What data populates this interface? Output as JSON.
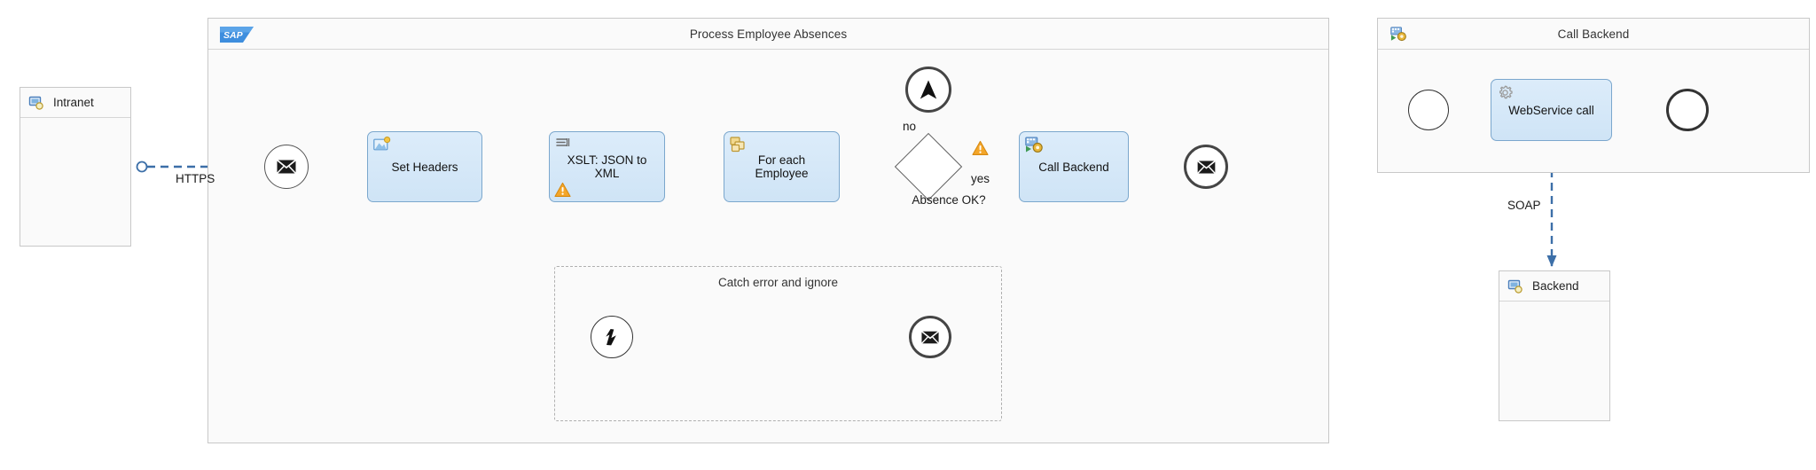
{
  "diagram": {
    "type": "bpmn-integration-flow",
    "vendor_logo": "sap-logo"
  },
  "participants": [
    {
      "id": "intranet",
      "label": "Intranet",
      "icon": "system-monitor-icon"
    },
    {
      "id": "backend",
      "label": "Backend",
      "icon": "system-monitor-icon"
    }
  ],
  "pools": [
    {
      "id": "process-employee-absences",
      "title": "Process Employee Absences",
      "icon": "sap-logo"
    },
    {
      "id": "call-backend-pool",
      "title": "Call Backend",
      "icon": "integration-process-icon"
    }
  ],
  "main_flow": {
    "start_event": {
      "name": "message-start-event",
      "icon": "envelope-icon"
    },
    "tasks": [
      {
        "id": "set-headers",
        "label": "Set Headers",
        "icon": "content-modifier-icon",
        "warning": false
      },
      {
        "id": "xslt-json-to-xml",
        "label": "XSLT: JSON to\nXML",
        "icon": "xslt-mapping-icon",
        "warning": true,
        "warning_icon": "warning-triangle-icon"
      },
      {
        "id": "for-each-employee",
        "label": "For each\nEmployee",
        "icon": "splitter-icon",
        "warning": false
      },
      {
        "id": "call-backend-task",
        "label": "Call Backend",
        "icon": "process-call-icon",
        "warning": false
      }
    ],
    "gateway": {
      "id": "absence-ok-gateway",
      "label": "Absence OK?",
      "type": "exclusive"
    },
    "gateway_branches": [
      {
        "id": "branch-no",
        "label": "no"
      },
      {
        "id": "branch-yes",
        "label": "yes"
      }
    ],
    "terminate_event": {
      "name": "terminate-end-event",
      "icon": "terminate-arrow-icon"
    },
    "end_event": {
      "name": "message-end-event",
      "icon": "envelope-icon"
    },
    "gateway_warning": {
      "name": "gateway-warning-icon",
      "icon": "warning-triangle-icon"
    }
  },
  "subprocess": {
    "id": "catch-error-and-ignore",
    "title": "Catch error and ignore",
    "start_event": {
      "name": "error-start-event",
      "icon": "lightning-bolt-icon"
    },
    "end_event": {
      "name": "message-end-event",
      "icon": "envelope-icon"
    }
  },
  "call_backend_pool": {
    "start_event": {
      "name": "start-event",
      "icon": "none"
    },
    "task": {
      "id": "webservice-call",
      "label": "WebService call",
      "icon": "gear-icon"
    },
    "end_event": {
      "name": "end-event",
      "icon": "none"
    }
  },
  "message_flows": [
    {
      "id": "https-flow",
      "label": "HTTPS"
    },
    {
      "id": "soap-flow",
      "label": "SOAP"
    }
  ],
  "colors": {
    "task_fill": "#d6e8f7",
    "task_border": "#7ba7cd",
    "connector": "#4a7ebb",
    "pool_bg": "#fafafa",
    "pool_border": "#c8c8c8",
    "warning": "#f0a824",
    "sap_blue": "#3e8ede"
  }
}
